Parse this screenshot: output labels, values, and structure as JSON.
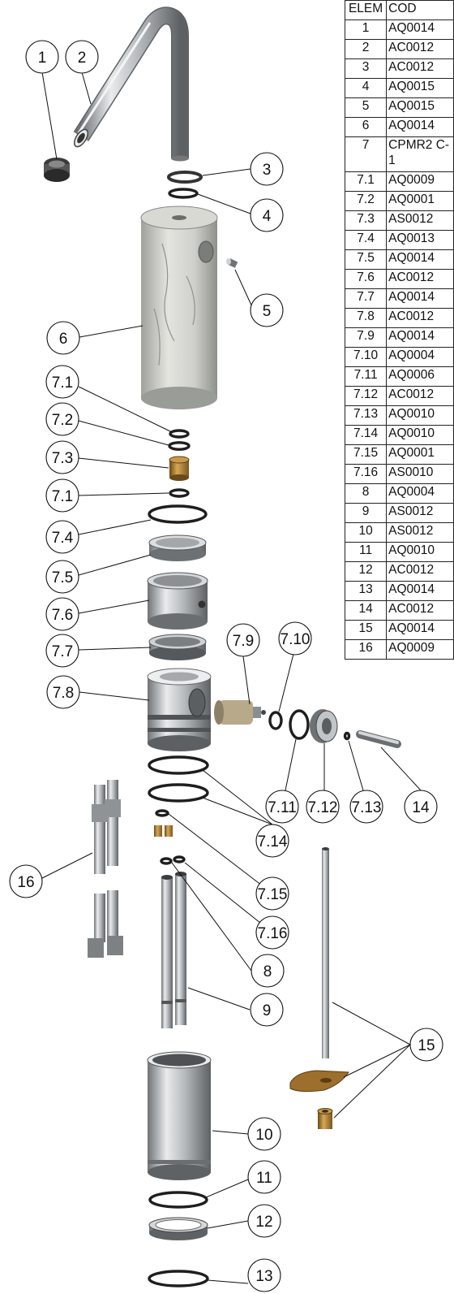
{
  "bom_table": {
    "headers": [
      "ELEM",
      "COD"
    ],
    "rows": [
      {
        "elem": "1",
        "code": "AQ0014"
      },
      {
        "elem": "2",
        "code": "AC0012"
      },
      {
        "elem": "3",
        "code": "AC0012"
      },
      {
        "elem": "4",
        "code": "AQ0015"
      },
      {
        "elem": "5",
        "code": "AQ0015"
      },
      {
        "elem": "6",
        "code": "AQ0014"
      },
      {
        "elem": "7",
        "code": "CPMR2 C-1"
      },
      {
        "elem": "7.1",
        "code": "AQ0009"
      },
      {
        "elem": "7.2",
        "code": "AQ0001"
      },
      {
        "elem": "7.3",
        "code": "AS0012"
      },
      {
        "elem": "7.4",
        "code": "AQ0013"
      },
      {
        "elem": "7.5",
        "code": "AQ0014"
      },
      {
        "elem": "7.6",
        "code": "AC0012"
      },
      {
        "elem": "7.7",
        "code": "AQ0014"
      },
      {
        "elem": "7.8",
        "code": "AC0012"
      },
      {
        "elem": "7.9",
        "code": "AQ0014"
      },
      {
        "elem": "7.10",
        "code": "AQ0004"
      },
      {
        "elem": "7.11",
        "code": "AQ0006"
      },
      {
        "elem": "7.12",
        "code": "AC0012"
      },
      {
        "elem": "7.13",
        "code": "AQ0010"
      },
      {
        "elem": "7.14",
        "code": "AQ0010"
      },
      {
        "elem": "7.15",
        "code": "AQ0001"
      },
      {
        "elem": "7.16",
        "code": "AS0010"
      },
      {
        "elem": "8",
        "code": "AQ0004"
      },
      {
        "elem": "9",
        "code": "AS0012"
      },
      {
        "elem": "10",
        "code": "AS0012"
      },
      {
        "elem": "11",
        "code": "AQ0010"
      },
      {
        "elem": "12",
        "code": "AC0012"
      },
      {
        "elem": "13",
        "code": "AQ0014"
      },
      {
        "elem": "14",
        "code": "AC0012"
      },
      {
        "elem": "15",
        "code": "AQ0014"
      },
      {
        "elem": "16",
        "code": "AQ0009"
      }
    ]
  },
  "callouts": {
    "c1": "1",
    "c2": "2",
    "c3": "3",
    "c4": "4",
    "c5": "5",
    "c6": "6",
    "c7_1a": "7.1",
    "c7_2": "7.2",
    "c7_3": "7.3",
    "c7_1b": "7.1",
    "c7_4": "7.4",
    "c7_5": "7.5",
    "c7_6": "7.6",
    "c7_7": "7.7",
    "c7_8": "7.8",
    "c7_9": "7.9",
    "c7_10": "7.10",
    "c7_11": "7.11",
    "c7_12": "7.12",
    "c7_13": "7.13",
    "c14": "14",
    "c7_14": "7.14",
    "c7_15": "7.15",
    "c7_16": "7.16",
    "c8": "8",
    "c9": "9",
    "c10": "10",
    "c11": "11",
    "c12": "12",
    "c13": "13",
    "c15": "15",
    "c16": "16"
  },
  "colors": {
    "steel": "#b9bcbf",
    "marble": "#dcdcd8",
    "brass": "#a8782e",
    "rubber": "#1e1e1e"
  }
}
